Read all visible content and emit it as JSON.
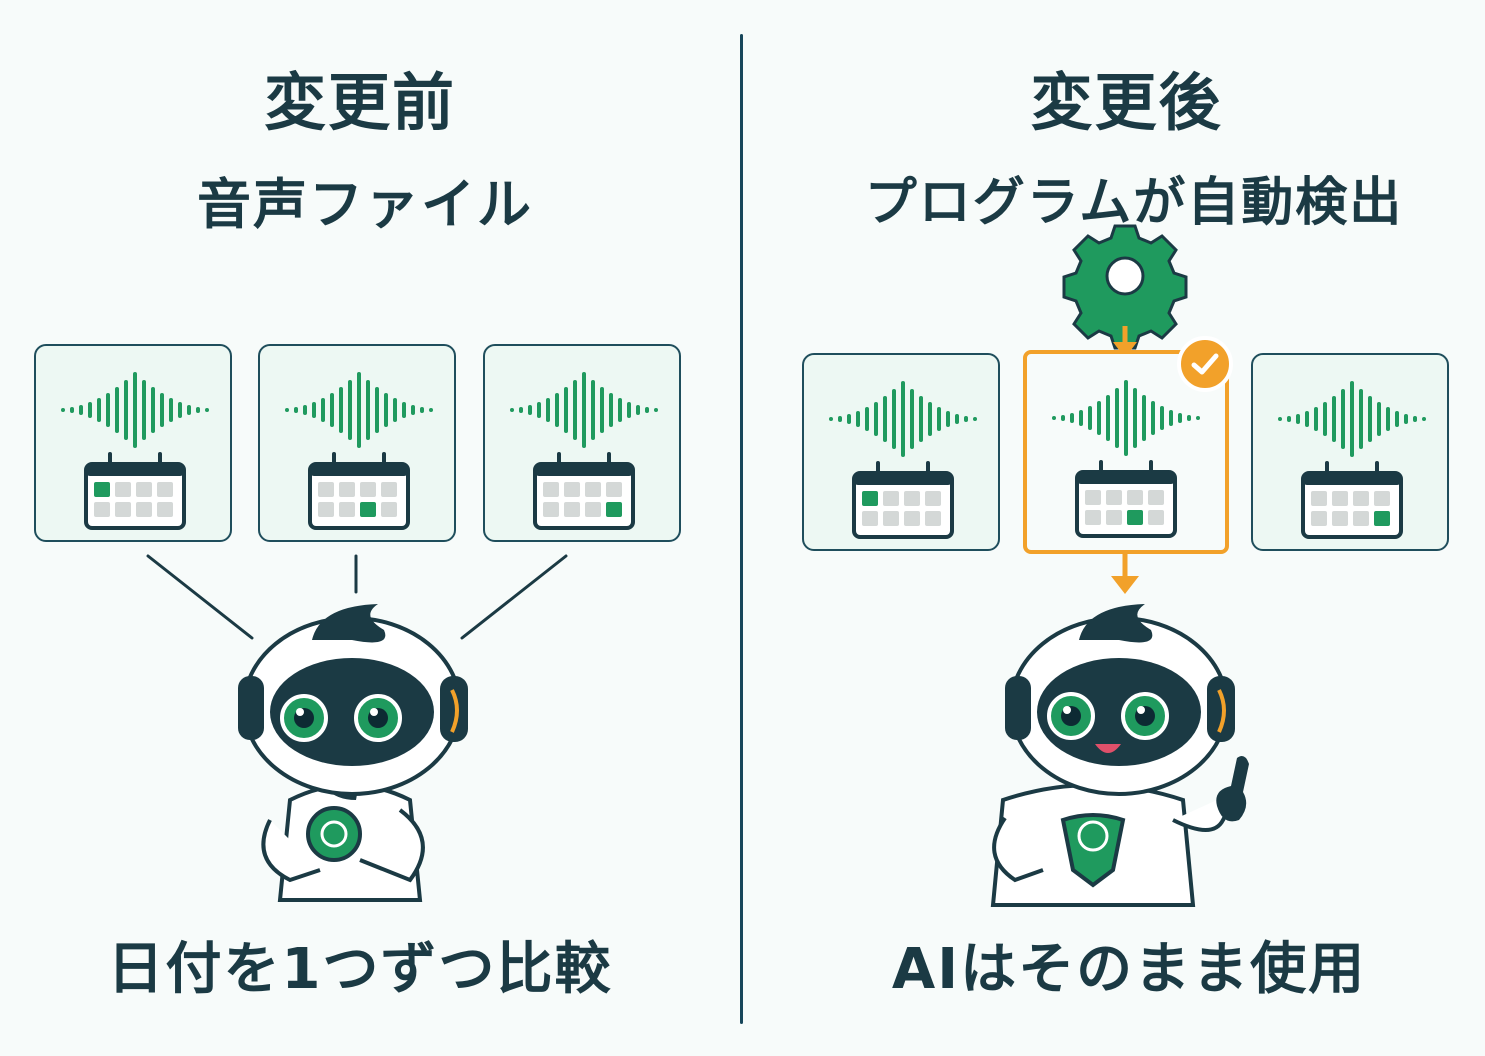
{
  "before": {
    "title": "変更前",
    "subtitle": "音声ファイル",
    "footer": "日付を1つずつ比較"
  },
  "after": {
    "title": "変更後",
    "subtitle": "プログラムが自動検出",
    "footer": "AIはそのまま使用"
  },
  "colors": {
    "dark": "#1b3a44",
    "green": "#1f9a5e",
    "card_bg": "#edf8f3",
    "highlight": "#f2a12a",
    "divider": "#17465a"
  },
  "icons": {
    "waveform": "audio-waveform-icon",
    "calendar": "calendar-icon",
    "gear": "gear-icon",
    "check": "check-badge-icon",
    "robot": "robot-mascot"
  }
}
